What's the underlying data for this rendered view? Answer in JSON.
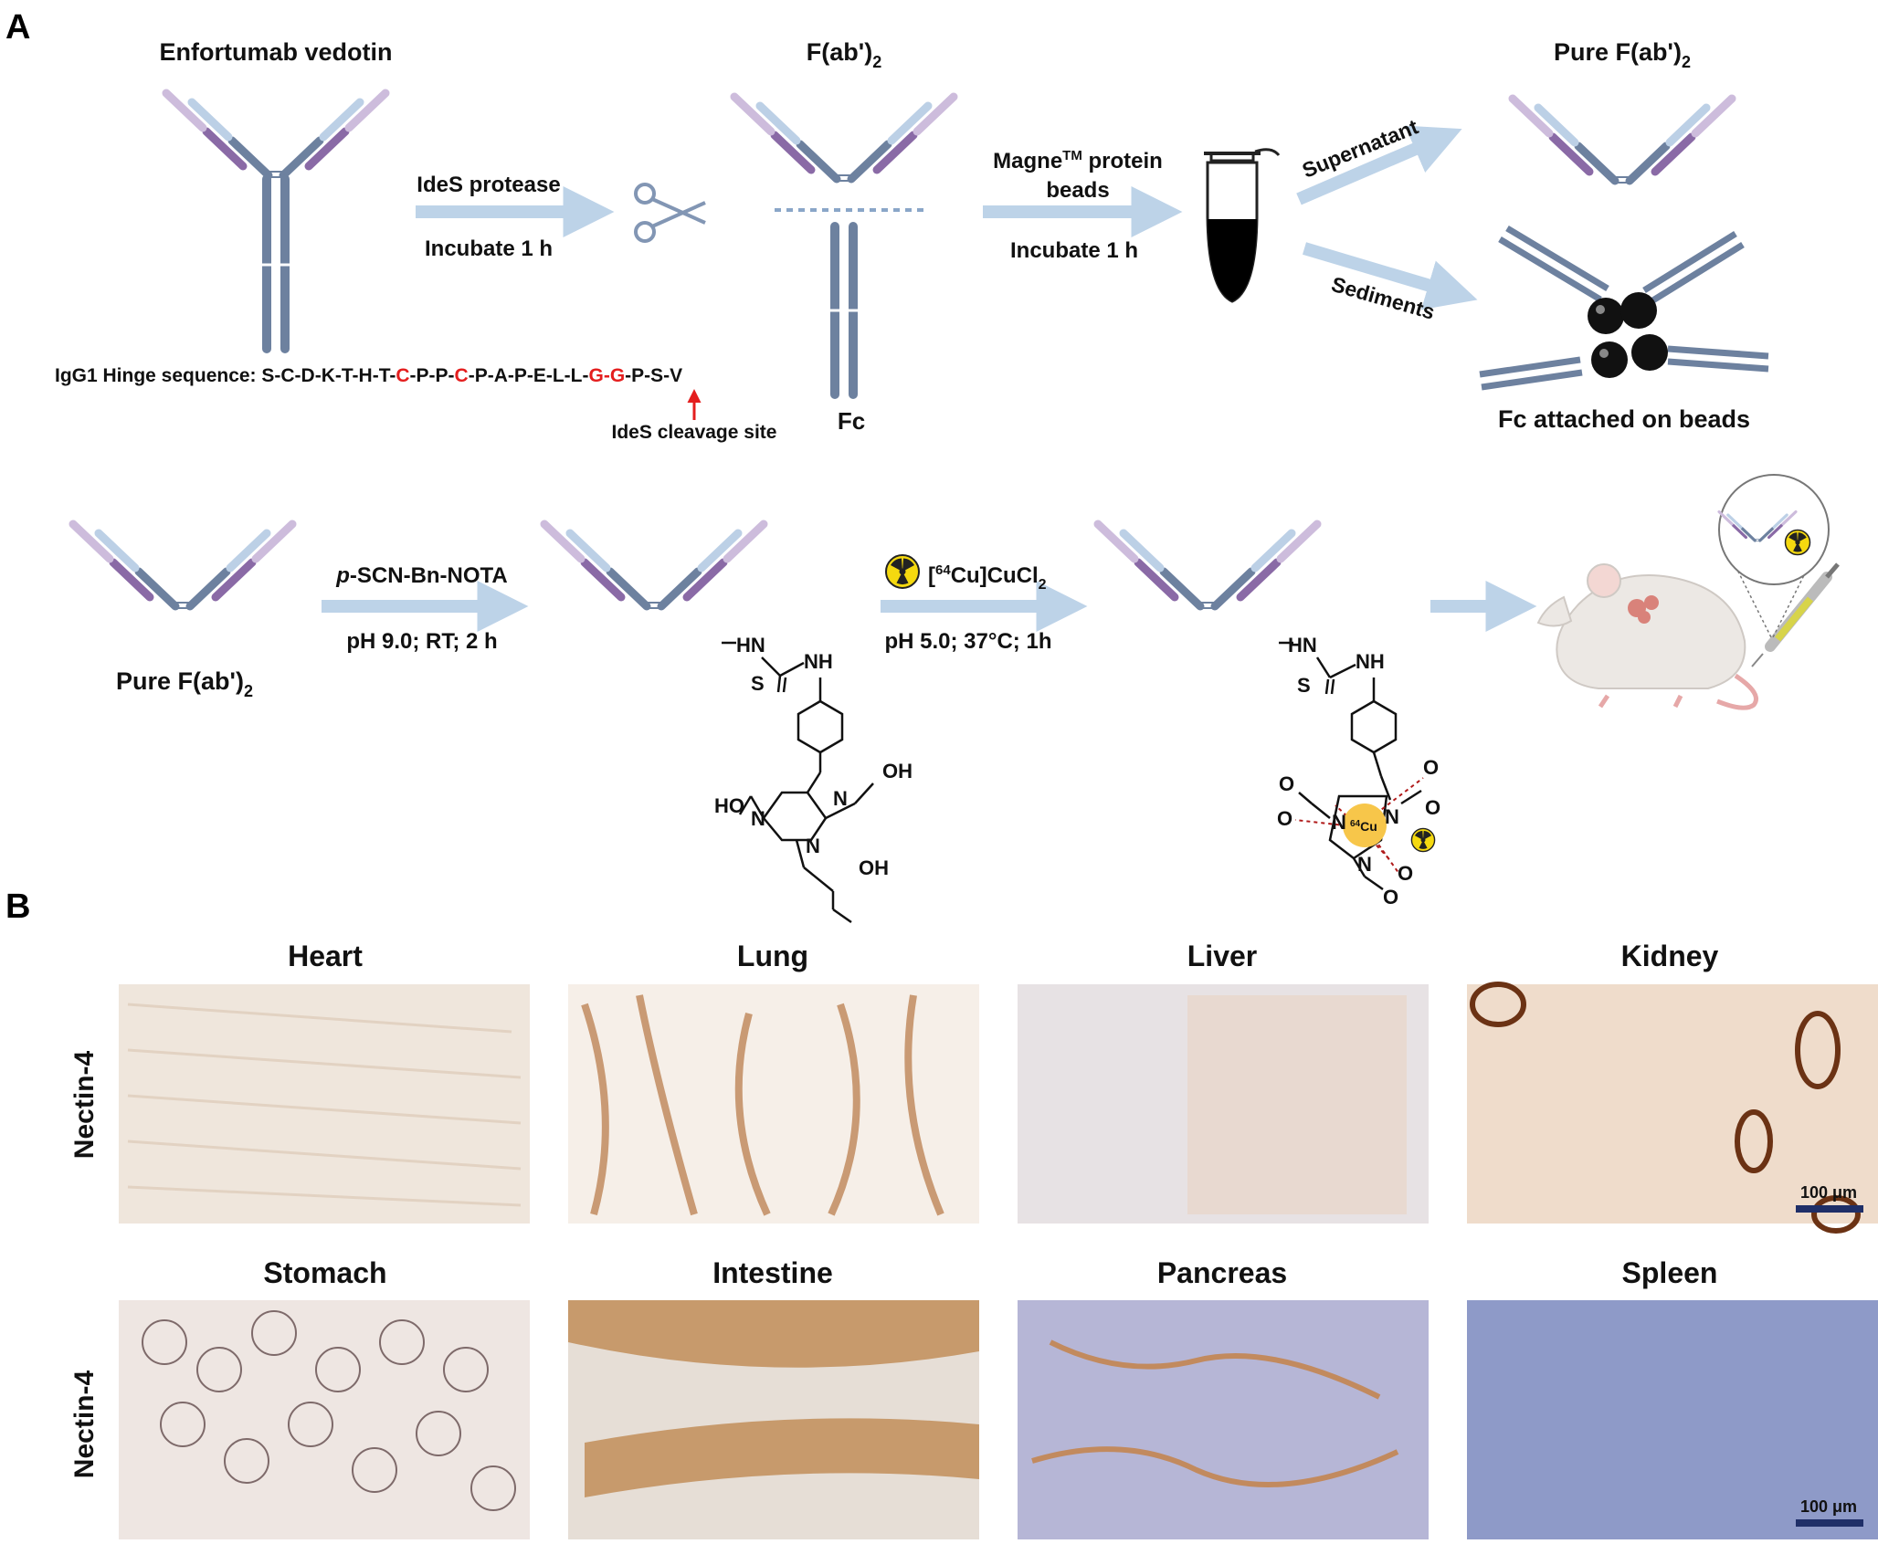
{
  "colors": {
    "arrow": "#bdd3e8",
    "heavy_chain": "#6d819f",
    "light_dark": "#8a6aa6",
    "light_pale": "#cdbcdc",
    "heavy_pale": "#bcd0e6",
    "red": "#e41e1e",
    "radiation_yellow": "#f5d90f",
    "cu_circle": "#f7c64a"
  },
  "panel_a": {
    "label": "A",
    "titles": {
      "enfortumab": "Enfortumab vedotin",
      "fab2": "F(ab')",
      "fab2_sub": "2",
      "pure_fab2": "Pure F(ab')",
      "pure_fab2_sub": "2"
    },
    "step1": {
      "top": "IdeS protease",
      "bottom": "Incubate 1 h"
    },
    "step2": {
      "top_main": "Magne",
      "top_sup": "TM",
      "top_rest": " protein",
      "top2": "beads",
      "bottom": "Incubate 1 h"
    },
    "supernatant": "Supernatant",
    "sediments": "Sediments",
    "fc_label": "Fc",
    "fc_beads": "Fc attached on beads",
    "hinge": {
      "prefix": "IgG1 Hinge sequence: ",
      "seq_1": "S-C-D-K-T-H-T-",
      "c1": "C",
      "seq_2": "-P-P-",
      "c2": "C",
      "seq_3": "-P-A-P-E-L-L-",
      "gg": "G-G",
      "seq_4": "-P-S-V"
    },
    "cleavage": "IdeS cleavage site",
    "row2": {
      "pure_fab2": "Pure F(ab')",
      "pure_fab2_sub": "2",
      "reagent_prefix": "p",
      "reagent_rest": "-SCN-Bn-NOTA",
      "cond1": "pH 9.0; RT; 2 h",
      "cu_pre": "[",
      "cu_sup": "64",
      "cu_mid": "Cu]CuCl",
      "cu_sub": "2",
      "cond2": "pH 5.0; 37°C; 1h"
    },
    "chem": {
      "hn": "HN",
      "nh": "NH",
      "s": "S",
      "n": "N",
      "oh": "OH",
      "ho": "HO",
      "o": "O",
      "cu_sup": "64",
      "cu": "Cu"
    }
  },
  "panel_b": {
    "label": "B",
    "row_label": "Nectin-4",
    "scale_bar": "100 μm",
    "row1": [
      "Heart",
      "Lung",
      "Liver",
      "Kidney"
    ],
    "row2": [
      "Stomach",
      "Intestine",
      "Pancreas",
      "Spleen"
    ]
  }
}
